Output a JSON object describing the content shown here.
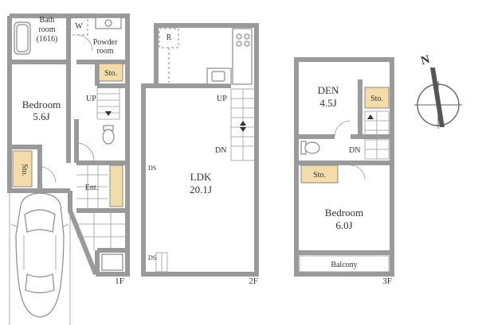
{
  "floors": {
    "f1": {
      "label": "1F",
      "rooms": {
        "bath": "Bath",
        "bath2": "room",
        "bath3": "(1616)",
        "powder": "Powder",
        "powder2": "room",
        "bedroom": "Bedroom",
        "bedroom_size": "5.6J",
        "sto_top": "Sto.",
        "sto_left": "Sto.",
        "entrance": "Ent.",
        "up": "UP",
        "w": "W"
      }
    },
    "f2": {
      "label": "2F",
      "rooms": {
        "ldk": "LDK",
        "ldk_size": "20.1J",
        "r": "R",
        "up": "UP",
        "dn": "DN",
        "ds1": "DS",
        "ds2": "DS"
      }
    },
    "f3": {
      "label": "3F",
      "rooms": {
        "den": "DEN",
        "den_size": "4.5J",
        "sto_den": "Sto.",
        "sto_mid": "Sto.",
        "dn": "DN",
        "bedroom": "Bedroom",
        "bedroom_size": "6.0J",
        "balcony": "Balcony"
      }
    }
  },
  "compass": {
    "north": "N"
  }
}
